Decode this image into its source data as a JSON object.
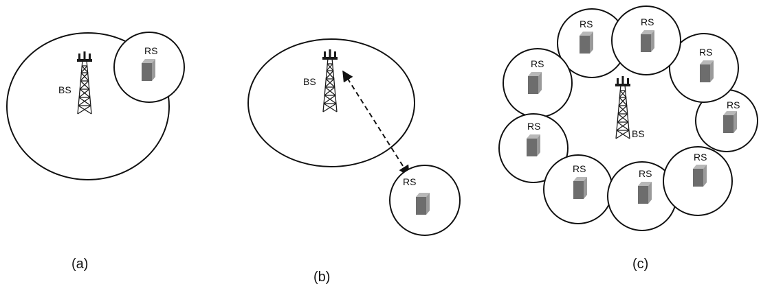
{
  "labels": {
    "relay_station": "RS",
    "base_station": "BS"
  },
  "captions": {
    "a": "(a)",
    "b": "(b)",
    "c": "(c)"
  },
  "icons": {
    "tower": "cell-tower-icon",
    "relay": "relay-station-box-icon"
  },
  "colors": {
    "stroke": "#111111",
    "relay_front": "#6d6d6d",
    "relay_side": "#9a9a9a",
    "relay_top": "#b8b8b8"
  }
}
